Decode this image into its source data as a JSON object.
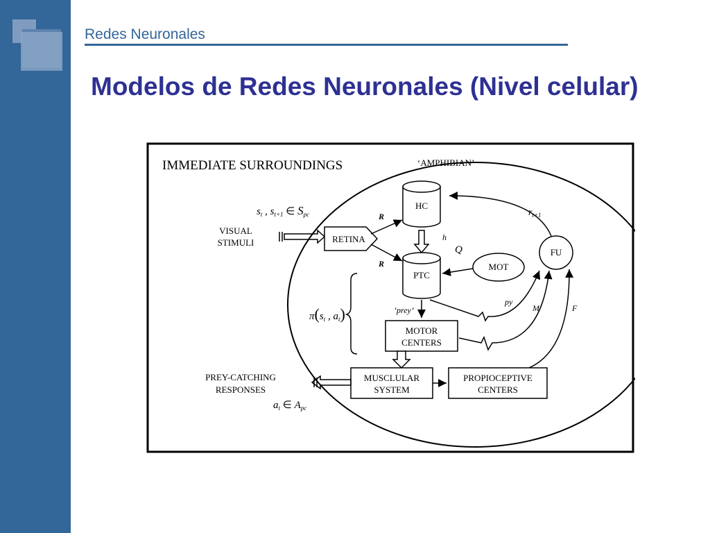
{
  "header": {
    "section": "Redes Neuronales",
    "title": "Modelos de Redes Neuronales (Nivel celular)"
  },
  "colors": {
    "sidebar": "#336699",
    "title": "#2E3192",
    "deco_light": "#7F9CBF"
  },
  "diagram": {
    "surroundings_label": "IMMEDIATE SURROUNDINGS",
    "amphibian_label": "‘AMPHIBIAN’",
    "visual_stimuli": [
      "VISUAL",
      "STIMULI"
    ],
    "prey_catching": [
      "PREY-CATCHING",
      "RESPONSES"
    ],
    "state_formula": {
      "s1": "s",
      "sub1": "t",
      "sep": " , ",
      "s2": "s",
      "sub2": "t+1",
      "in": " ∈ ",
      "S": "S",
      "subS": "pc"
    },
    "action_formula": {
      "a": "a",
      "sub": "t",
      "in": " ∈ ",
      "A": "A",
      "subA": "pc"
    },
    "policy_formula": {
      "pi": "π",
      "open": "(",
      "s": "s",
      "subs": "t",
      "comma": " , ",
      "a": "a",
      "suba": "t",
      "close": ")"
    },
    "retina": "RETINA",
    "hc": "HC",
    "ptc": "PTC",
    "mot": "MOT",
    "fu": "FU",
    "motor_centers": [
      "MOTOR",
      "CENTERS"
    ],
    "muscular_system": [
      "MUSCLULAR",
      "SYSTEM"
    ],
    "propioceptive_centers": [
      "PROPIOCEPTIVE",
      "CENTERS"
    ],
    "label_r_top": "R",
    "label_r_bottom": "R",
    "label_h": "h",
    "label_q": "Q",
    "label_reward": {
      "r": "r",
      "sub": "t+1"
    },
    "label_prey": "‘prey’",
    "label_py": "py",
    "label_m": "M",
    "label_f": "F"
  }
}
